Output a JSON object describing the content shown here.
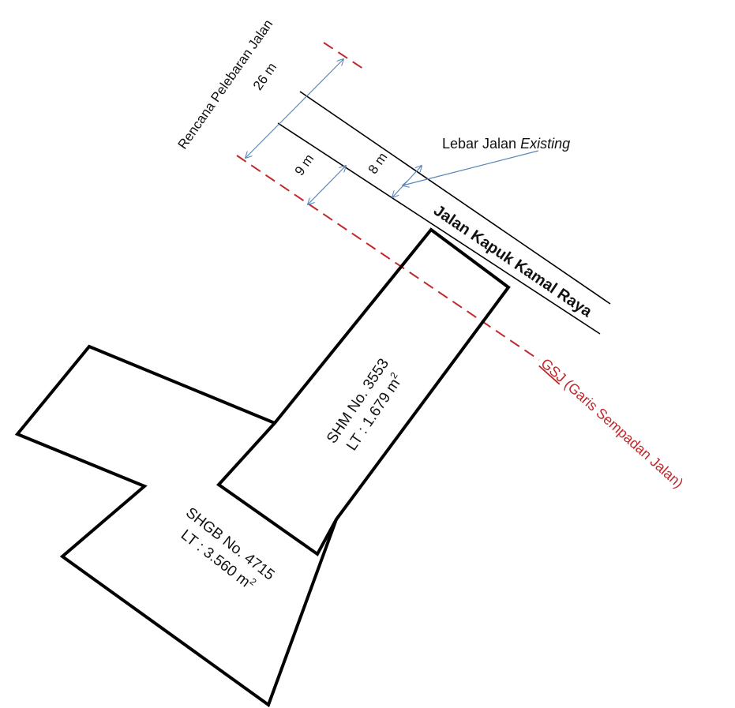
{
  "labels": {
    "widening_plan": "Rencana Pelebaran Jalan",
    "width_total": "26 m",
    "width_gsj": "9 m",
    "width_road": "8 m",
    "existing_prefix": "Lebar Jalan ",
    "existing_italic": "Existing",
    "road_name": "Jalan Kapuk Kamal Raya",
    "gsj_abbr": "GSJ",
    "gsj_full": " (Garis Sempadan Jalan)"
  },
  "parcels": {
    "shm": {
      "number": "SHM No. 3553",
      "area_prefix": "LT : 1.679 m",
      "area_sup": "2"
    },
    "shgb": {
      "number": "SHGB No. 4715",
      "area_prefix": "LT : 3.560 m",
      "area_sup": "2"
    }
  },
  "colors": {
    "boundary": "#000000",
    "gsj_line": "#c0282c",
    "dimension_arrow": "#5b86b8"
  }
}
